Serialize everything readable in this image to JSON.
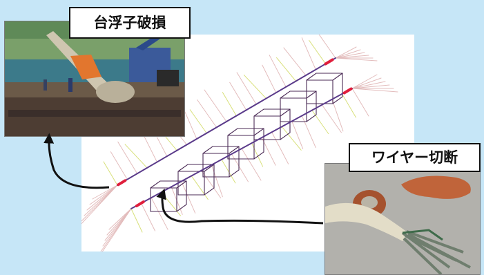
{
  "callouts": {
    "float_damage": "台浮子破損",
    "wire_cut": "ワイヤー切断"
  },
  "colors": {
    "background": "#c6e6f7",
    "frame_line": "#4a2a55",
    "main_rope": "#5a3a8a",
    "anchor_lines": "#e3bcbc",
    "side_lines": "#d8e07a",
    "rope_marker": "#e01e3c",
    "arrow": "#111111"
  },
  "icons": {
    "photo_float": "damaged-float-photo",
    "photo_wire": "cut-wire-photo",
    "arrow": "curved-arrow"
  }
}
